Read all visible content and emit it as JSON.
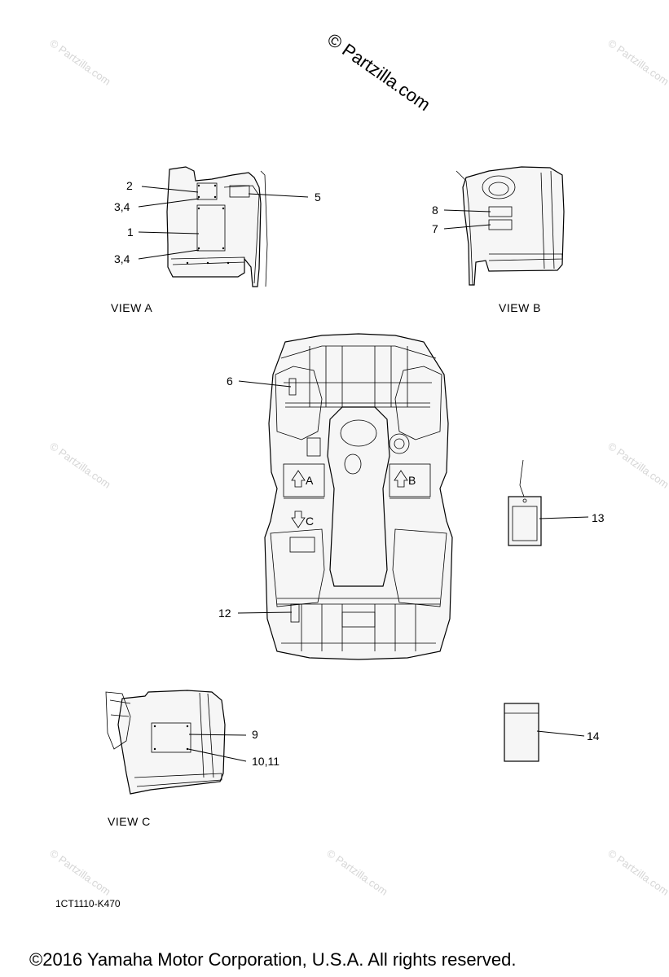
{
  "watermark": {
    "brand": "© Partzilla.com",
    "tile": "© Partzilla.com"
  },
  "views": {
    "a": "VIEW A",
    "b": "VIEW B",
    "c": "VIEW C"
  },
  "arrows": {
    "a": "A",
    "b": "B",
    "c": "C"
  },
  "callouts": {
    "c1": "1",
    "c2": "2",
    "c34_top": "3,4",
    "c34_bottom": "3,4",
    "c5": "5",
    "c6": "6",
    "c7": "7",
    "c8": "8",
    "c9": "9",
    "c1011": "10,11",
    "c12": "12",
    "c13": "13",
    "c14": "14"
  },
  "diagram_code": "1CT1110-K470",
  "copyright": "©2016  Yamaha Motor Corporation, U.S.A. All rights reserved."
}
